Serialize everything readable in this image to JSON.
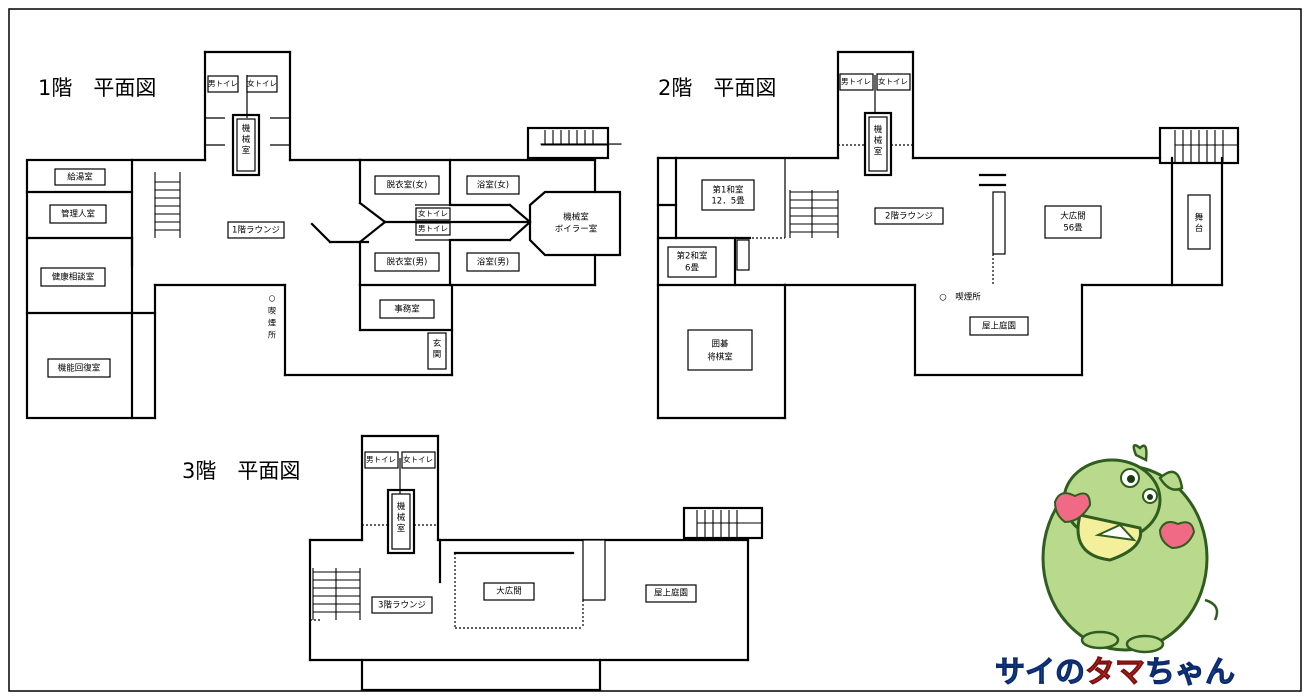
{
  "floors": {
    "f1": {
      "title": "1階　平面図",
      "rooms": {
        "kyutoshitsu": "給湯室",
        "kanrinin": "管理人室",
        "kenko": "健康相談室",
        "kinou": "機能回復室",
        "otoko_toilet": "男トイレ",
        "onna_toilet": "女トイレ",
        "kikai": "機械室",
        "lounge": "1階ラウンジ",
        "datsui_onna": "脱衣室(女)",
        "datsui_otoko": "脱衣室(男)",
        "yoku_onna": "浴室(女)",
        "yoku_otoko": "浴室(男)",
        "onna_toilet_small": "女トイレ",
        "otoko_toilet_small": "男トイレ",
        "kikai_boiler_1": "機械室",
        "kikai_boiler_2": "ボイラー室",
        "jimu": "事務室",
        "genkan": "玄関",
        "kitsuen": "○　喫煙所"
      }
    },
    "f2": {
      "title": "2階　平面図",
      "rooms": {
        "otoko_toilet": "男トイレ",
        "onna_toilet": "女トイレ",
        "kikai": "機械室",
        "washitsu1_name": "第1和室",
        "washitsu1_size": "12．5畳",
        "washitsu2_name": "第2和室",
        "washitsu2_size": "6畳",
        "lounge": "2階ラウンジ",
        "dai_hiroma_name": "大広間",
        "dai_hiroma_size": "56畳",
        "butai": "舞台",
        "kitsuen": "○　喫煙所",
        "okujo": "屋上庭園",
        "igo_1": "囲碁",
        "igo_2": "将棋室"
      }
    },
    "f3": {
      "title": "3階　平面図",
      "rooms": {
        "otoko_toilet": "男トイレ",
        "onna_toilet": "女トイレ",
        "kikai": "機械室",
        "lounge": "3階ラウンジ",
        "dai_hiroma": "大広間",
        "okujo": "屋上庭園"
      }
    }
  },
  "mascot": {
    "name_part1": "サイの",
    "name_part2": "タマ",
    "name_part3": "ちゃん",
    "icon": "rhino-mascot-icon",
    "colors": {
      "body": "#b9d98c",
      "outline": "#2f5d1f",
      "horn": "#f3ef9a",
      "heart": "#f06a86",
      "blue": "#1c52c4",
      "red": "#e2322d"
    }
  }
}
